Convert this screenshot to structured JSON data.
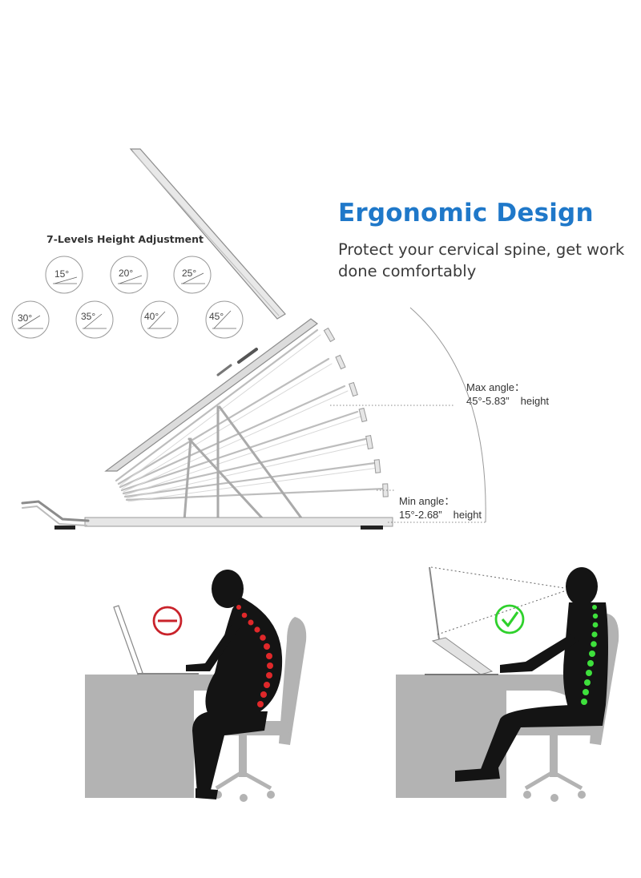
{
  "header": {
    "title": "Ergonomic Design",
    "subtitle": "Protect your cervical spine, get work done comfortably"
  },
  "levels": {
    "title": "7-Levels Height Adjustment",
    "angles": [
      "15°",
      "20°",
      "25°",
      "30°",
      "35°",
      "40°",
      "45°"
    ]
  },
  "angle_notes": {
    "max": {
      "label": "Max angle：",
      "value": "45°-5.83”",
      "unit": "height"
    },
    "min": {
      "label": "Min angle：",
      "value": "15°-2.68”",
      "unit": "height"
    }
  },
  "icons": {
    "bad": "prohibited-icon",
    "good": "checkmark-icon"
  },
  "colors": {
    "headline": "#1f78c9",
    "bad_spine": "#e0282a",
    "good_spine": "#3ee03c",
    "bad_icon": "#c9232b",
    "good_icon": "#2fd12c",
    "desk": "#b3b3b3",
    "figure": "#141414"
  }
}
